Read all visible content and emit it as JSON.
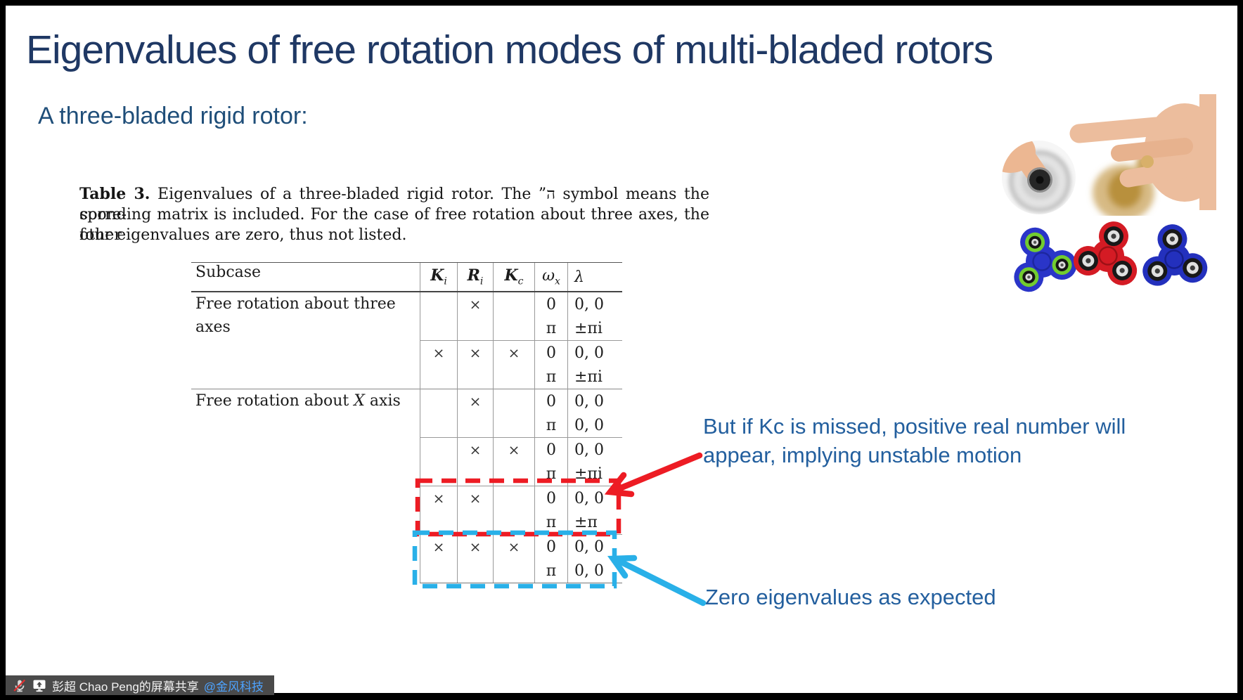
{
  "colors": {
    "title": "#1f3864",
    "subtitle": "#1f4e79",
    "annotation": "#235f9e",
    "red_accent": "#ed1c24",
    "blue_accent": "#29b0e8",
    "statusbar_bg": "#4a4a4a",
    "mention_blue": "#4da3ff",
    "table_rule": "#999999",
    "spinner_blue": "#2a35c8",
    "spinner_red": "#d41b24",
    "spinner_green_ring": "#72cc30",
    "gold_spinner": "#c9a35b"
  },
  "slide": {
    "title": "Eigenvalues of free rotation modes of multi-bladed rotors",
    "subtitle": "A three-bladed rigid rotor:"
  },
  "caption": {
    "label": "Table 3.",
    "line1_rest": " Eigenvalues of a three-bladed rigid rotor. The ”ה symbol means the corre-",
    "line2": "sponding matrix is included. For the case of free rotation about three axes, the other",
    "line3": "four eigenvalues are zero, thus not listed."
  },
  "table": {
    "headers": {
      "subcase": "Subcase",
      "ki_main": "K",
      "ki_sub": "i",
      "ri_main": "R",
      "ri_sub": "i",
      "kc_main": "K",
      "kc_sub": "c",
      "wx_main": "ω",
      "wx_sub": "x",
      "lambda": "λ"
    },
    "sections": [
      {
        "label_pre": "Free rotation about three axes",
        "label_italic": "",
        "label_post": "",
        "subrows": [
          {
            "ki": "",
            "ri": "×",
            "kc": "",
            "lines": [
              [
                "0",
                "0, 0"
              ],
              [
                "π",
                "±πi"
              ]
            ],
            "highlight": ""
          },
          {
            "ki": "×",
            "ri": "×",
            "kc": "×",
            "lines": [
              [
                "0",
                "0, 0"
              ],
              [
                "π",
                "±πi"
              ]
            ],
            "highlight": ""
          }
        ]
      },
      {
        "label_pre": "Free rotation about ",
        "label_italic": "X",
        "label_post": " axis",
        "subrows": [
          {
            "ki": "",
            "ri": "×",
            "kc": "",
            "lines": [
              [
                "0",
                "0, 0"
              ],
              [
                "π",
                "0, 0"
              ]
            ],
            "highlight": ""
          },
          {
            "ki": "",
            "ri": "×",
            "kc": "×",
            "lines": [
              [
                "0",
                "0, 0"
              ],
              [
                "π",
                "±πi"
              ]
            ],
            "highlight": ""
          },
          {
            "ki": "×",
            "ri": "×",
            "kc": "",
            "lines": [
              [
                "0",
                "0, 0"
              ],
              [
                "π",
                "±π"
              ]
            ],
            "highlight": "red"
          },
          {
            "ki": "×",
            "ri": "×",
            "kc": "×",
            "lines": [
              [
                "0",
                "0, 0"
              ],
              [
                "π",
                "0, 0"
              ]
            ],
            "highlight": "blue"
          }
        ]
      }
    ]
  },
  "annotations": {
    "unstable_line1": "But if Kc is missed, positive real number will",
    "unstable_line2": "appear, implying unstable motion",
    "zero": "Zero eigenvalues as expected"
  },
  "status_bar": {
    "share_text": "彭超 Chao Peng的屏幕共享",
    "mention": "@金风科技"
  }
}
